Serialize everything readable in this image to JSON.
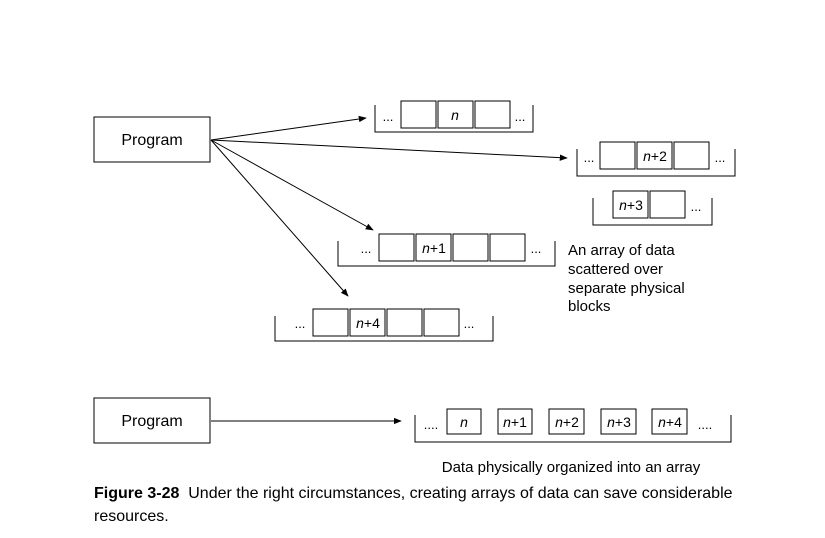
{
  "top": {
    "program_label": "Program",
    "block1": {
      "lead": "...",
      "cells": [
        "",
        "n",
        ""
      ],
      "trail": "..."
    },
    "block2": {
      "lead": "...",
      "cells": [
        "",
        "n+2"
      ],
      "trail": "..."
    },
    "block3": {
      "cells": [
        "n+3",
        ""
      ],
      "trail": "..."
    },
    "block4": {
      "lead": "...",
      "cells": [
        "",
        "n+1",
        "",
        ""
      ],
      "trail": "..."
    },
    "block5": {
      "lead": "...",
      "cells": [
        "",
        "n+4",
        "",
        ""
      ],
      "trail": "..."
    },
    "note_lines": [
      "An array of data",
      "scattered over",
      "separate physical",
      "blocks"
    ]
  },
  "bottom": {
    "program_label": "Program",
    "lead": "....",
    "cells": [
      "n",
      "n+1",
      "n+2",
      "n+3",
      "n+4"
    ],
    "trail": "....",
    "label": "Data physically organized into an array"
  },
  "caption": {
    "figure": "Figure 3-28",
    "text": "Under the right circumstances, creating arrays of data can save considerable resources."
  }
}
